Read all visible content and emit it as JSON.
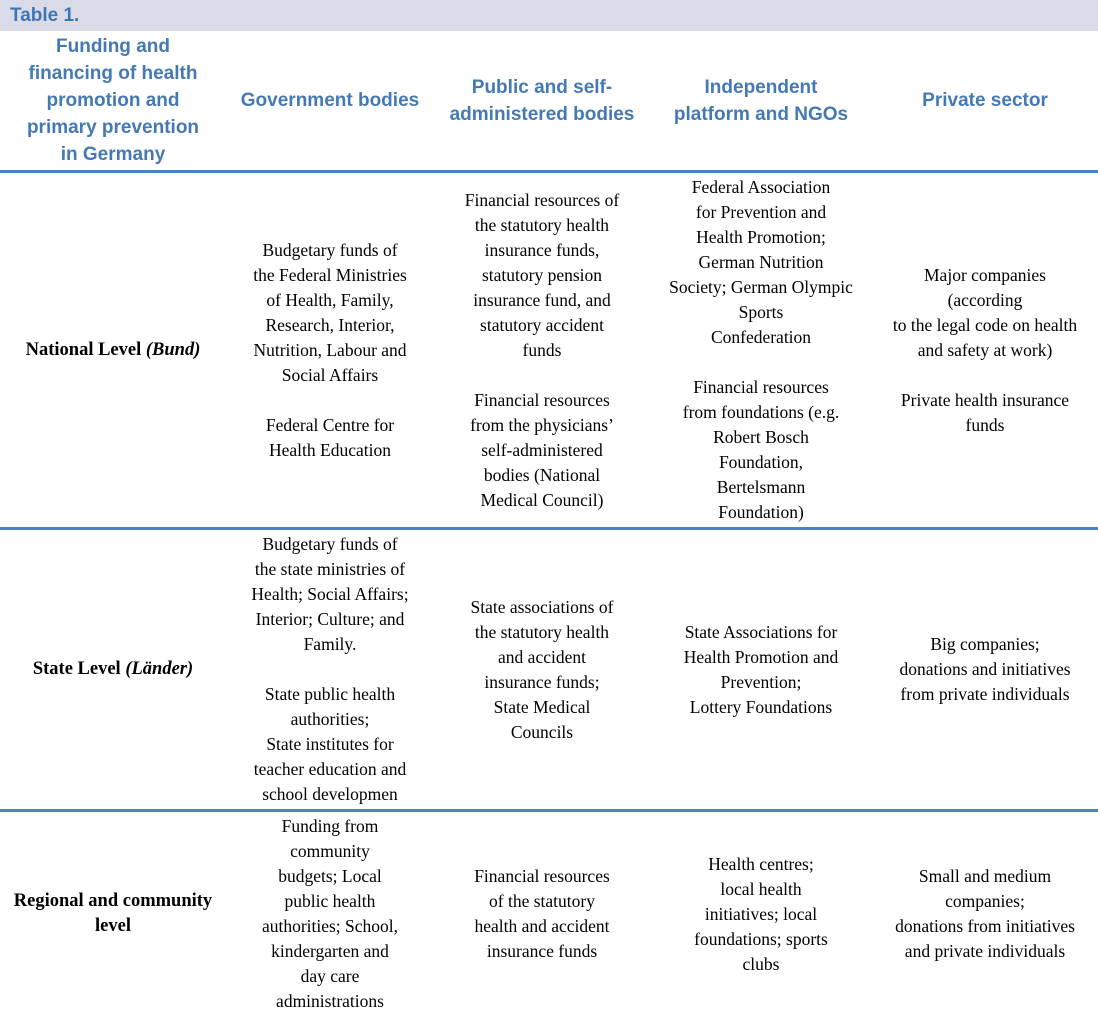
{
  "caption": "Table 1.",
  "colors": {
    "accent_rule_blue": "#4f81bd",
    "header_text_blue": "#4579b4",
    "caption_bar_background": "#d9dbe9",
    "bottom_rule_light_blue": "#95b3d7",
    "body_text": "#000000"
  },
  "header": {
    "title": "Funding and\nfinancing of health\npromotion and\nprimary prevention\nin Germany",
    "columns": [
      "Government bodies",
      "Public and self-\nadministered bodies",
      "Independent\nplatform and NGOs",
      "Private sector"
    ]
  },
  "rows": [
    {
      "label": "National Level",
      "label_suffix": "(Bund)",
      "government": "Budgetary funds of\nthe Federal Ministries\nof Health, Family,\nResearch, Interior,\nNutrition, Labour and\nSocial Affairs\n\nFederal Centre for\nHealth Education",
      "public_self_admin": "Financial resources of\nthe statutory health\ninsurance funds,\nstatutory pension\ninsurance fund, and\nstatutory accident\nfunds\n\nFinancial resources\nfrom the physicians’\nself-administered\nbodies (National\nMedical Council)",
      "independent_ngos": "Federal Association\nfor Prevention and\nHealth Promotion;\nGerman Nutrition\nSociety; German Olympic\nSports\nConfederation\n\nFinancial resources\nfrom foundations (e.g.\nRobert Bosch\nFoundation,\nBertelsmann\nFoundation)",
      "private_sector": "Major companies\n(according\nto the legal code on health\nand safety at work)\n\nPrivate health insurance\nfunds"
    },
    {
      "label": "State Level",
      "label_suffix": "(Länder)",
      "government": "Budgetary funds of\nthe state ministries of\nHealth; Social Affairs;\nInterior; Culture; and\nFamily.\n\nState public health\nauthorities;\nState institutes for\nteacher education and\nschool developmen",
      "public_self_admin": "State associations of\nthe statutory health\nand accident\ninsurance funds;\nState Medical\nCouncils",
      "independent_ngos": "State Associations for\nHealth Promotion and\nPrevention;\nLottery Foundations",
      "private_sector": "Big companies;\ndonations and initiatives\nfrom private individuals"
    },
    {
      "label": "Regional and community\nlevel",
      "label_suffix": "",
      "government": "Funding from\ncommunity\nbudgets; Local\npublic health\nauthorities; School,\nkindergarten and\nday care\nadministrations",
      "public_self_admin": "Financial resources\nof the statutory\nhealth and accident\ninsurance funds",
      "independent_ngos": "Health centres;\nlocal health\ninitiatives; local\nfoundations; sports\nclubs",
      "private_sector": "Small and medium\ncompanies;\ndonations from initiatives\nand private individuals"
    }
  ]
}
